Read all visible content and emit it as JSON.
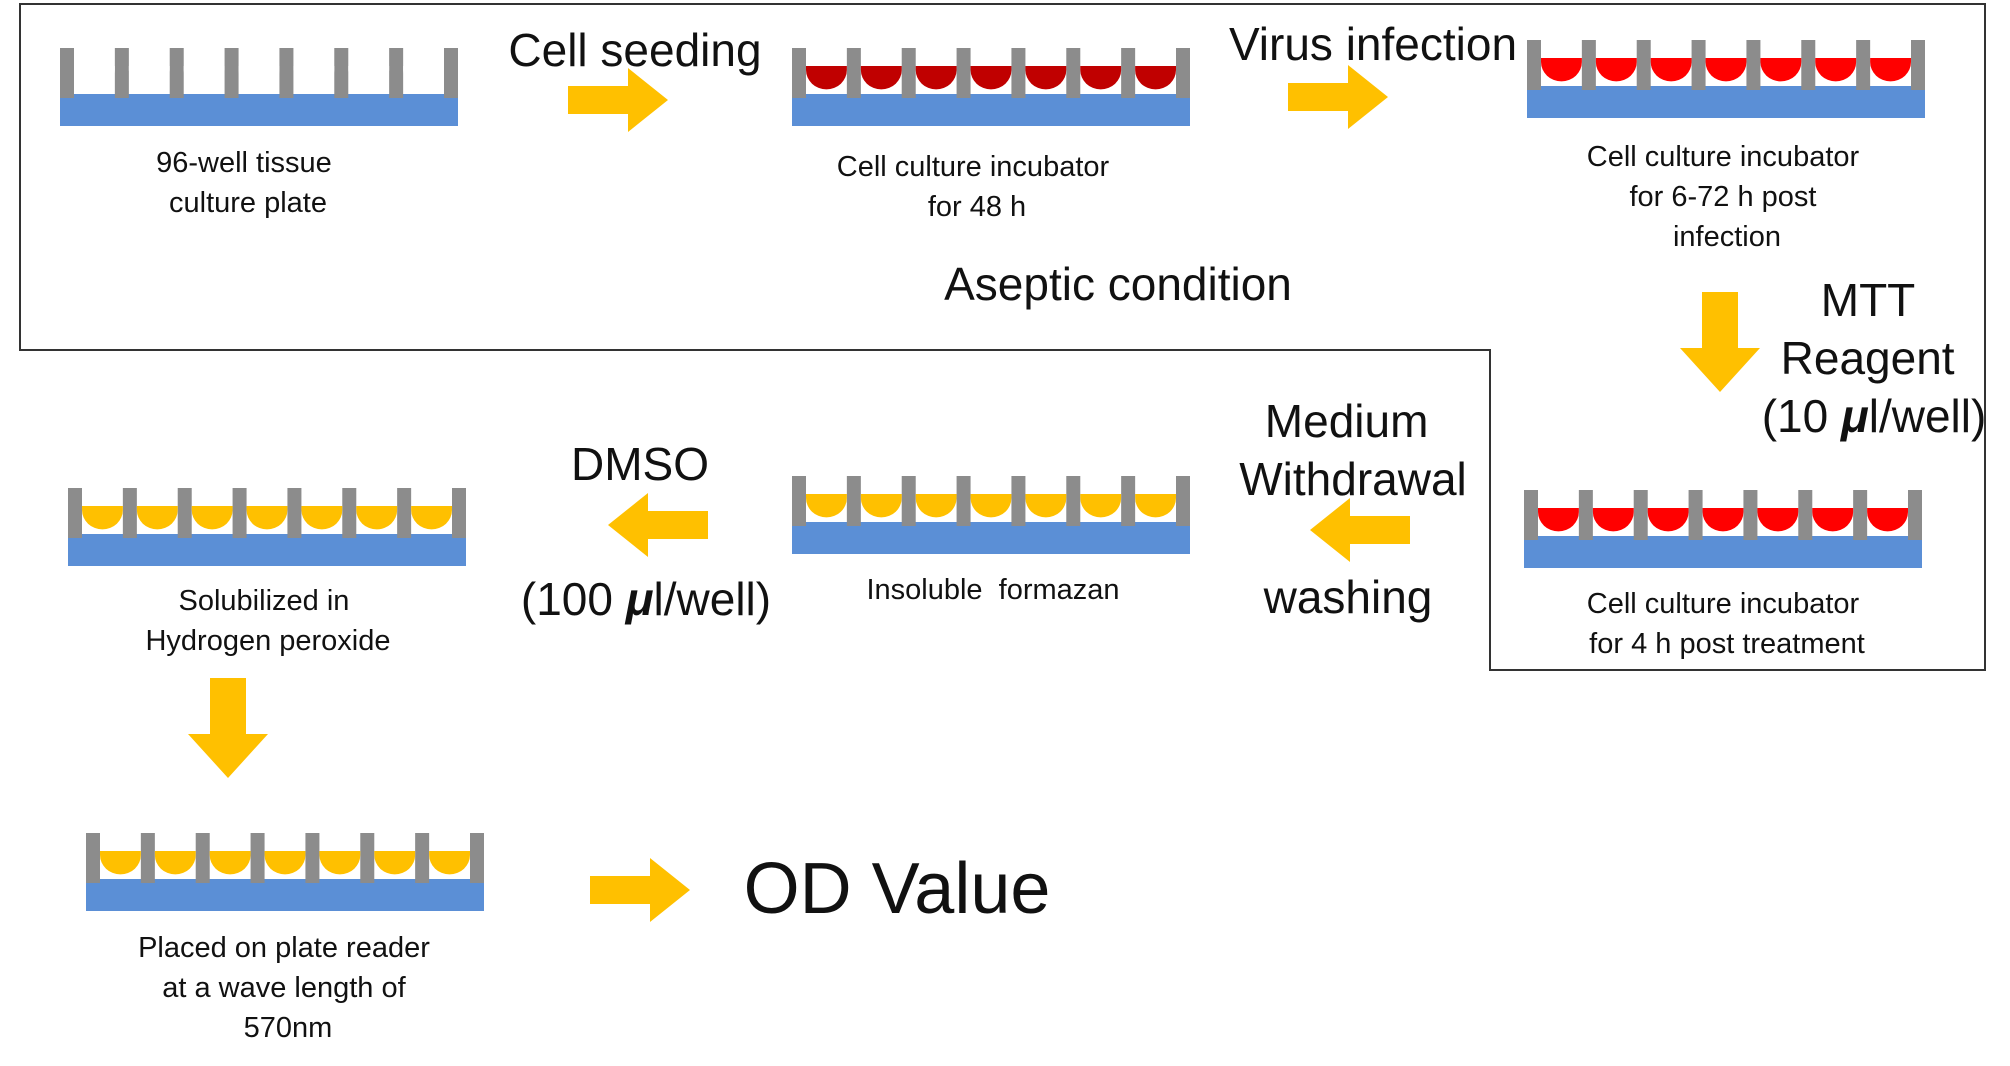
{
  "colors": {
    "plate_base": "#5B8FD6",
    "plate_walls": "#8C8C8C",
    "medium_dark_red": "#C00000",
    "medium_red": "#FF0000",
    "formazan_yellow": "#FFC000",
    "arrow": "#FFC000",
    "border": "#333333"
  },
  "region": {
    "label": "Aseptic condition"
  },
  "plates": [
    {
      "id": "empty",
      "fill": "none",
      "caption": [
        "96-well tissue",
        "culture plate"
      ]
    },
    {
      "id": "seeded",
      "fill": "dark_red",
      "caption": [
        "Cell culture incubator",
        "for 48 h"
      ]
    },
    {
      "id": "infected",
      "fill": "red",
      "caption": [
        "Cell culture incubator",
        "for 6-72 h post",
        "infection"
      ]
    },
    {
      "id": "mtt",
      "fill": "red",
      "caption": [
        "Cell culture incubator",
        "for 4 h post treatment"
      ]
    },
    {
      "id": "formazan",
      "fill": "yellow",
      "caption": [
        "Insoluble  formazan"
      ]
    },
    {
      "id": "solubilized",
      "fill": "yellow",
      "caption": [
        "Solubilized in",
        "Hydrogen peroxide"
      ]
    },
    {
      "id": "reader",
      "fill": "yellow",
      "caption": [
        "Placed on plate reader",
        "at a wave length of",
        "570nm"
      ]
    }
  ],
  "steps": {
    "cell_seeding": "Cell seeding",
    "virus_infection": "Virus infection",
    "mtt": {
      "line1": "MTT",
      "line2": "Reagent",
      "line3_pre": "(10 ",
      "line3_mu": "μ",
      "line3_post": "l/well)"
    },
    "medium_withdrawal": {
      "line1": "Medium",
      "line2": "Withdrawal",
      "line3": "washing"
    },
    "dmso": {
      "line1": "DMSO",
      "line2_pre": "(100 ",
      "line2_mu": "μ",
      "line2_post": "l/well)"
    }
  },
  "result": "OD Value"
}
